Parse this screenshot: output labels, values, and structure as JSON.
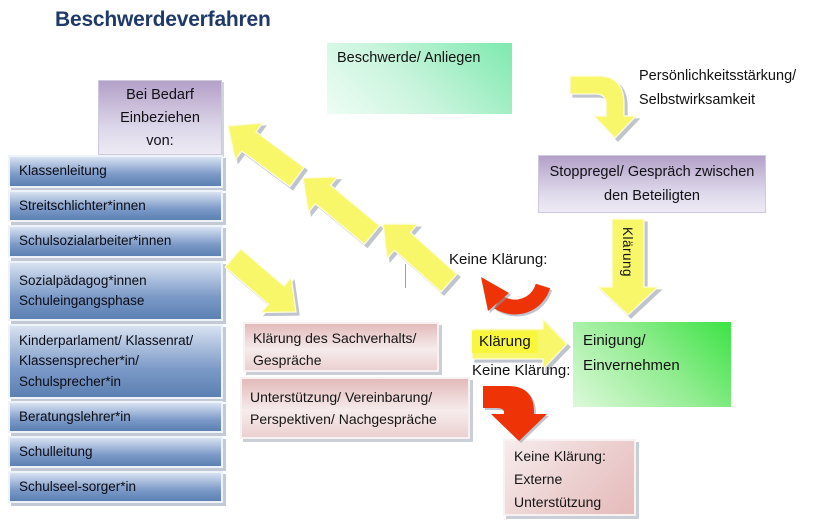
{
  "title": "Beschwerdeverfahren",
  "colors": {
    "title_blue": "#1f3a68",
    "yellow_arrow": "#f8f76a",
    "red_arrow": "#ee3407",
    "box_blue": "#5b80b2",
    "box_green_bright": "#3be344",
    "box_green_mint": "#7de9ae",
    "box_purple": "#b3a0c8",
    "box_pink": "#e3baba",
    "klaerung_highlight": "#f8f73e"
  },
  "top": {
    "beschwerde": "Beschwerde/ Anliegen",
    "persoenlichkeit": [
      "Persönlichkeitsstärkung/",
      "Selbstwirksamkeit"
    ]
  },
  "bei_bedarf": {
    "lines": [
      "Bei Bedarf",
      "Einbeziehen",
      "von:"
    ]
  },
  "sidebar": {
    "items": [
      "Klassenleitung",
      "Streitschlichter*innen",
      "Schulsozialarbeiter*innen",
      "Sozialpädagog*innen Schuleingangsphase",
      "Kinderparlament/ Klassenrat/ Klassensprecher*in/ Schulsprecher*in",
      "Beratungslehrer*in",
      "Schulleitung",
      "Schulseel-sorger*in"
    ]
  },
  "stoppregel": {
    "lines": [
      "Stoppregel/ Gespräch zwischen",
      "den Beteiligten"
    ]
  },
  "einigung": {
    "lines": [
      "Einigung/",
      "Einvernehmen"
    ]
  },
  "sachverhalt": {
    "lines": [
      "Klärung des Sachverhalts/",
      "Gespräche"
    ]
  },
  "unterstuetzung": {
    "lines": [
      "Unterstützung/ Vereinbarung/",
      "Perspektiven/ Nachgespräche"
    ]
  },
  "extern": {
    "lines": [
      "Keine Klärung:",
      "Externe",
      "Unterstützung"
    ]
  },
  "flow_labels": {
    "klaerung_vertical": "Klärung",
    "keine_klaerung_top": "Keine Klärung:",
    "klaerung_right": "Klärung",
    "keine_klaerung_bottom": "Keine Klärung:"
  }
}
